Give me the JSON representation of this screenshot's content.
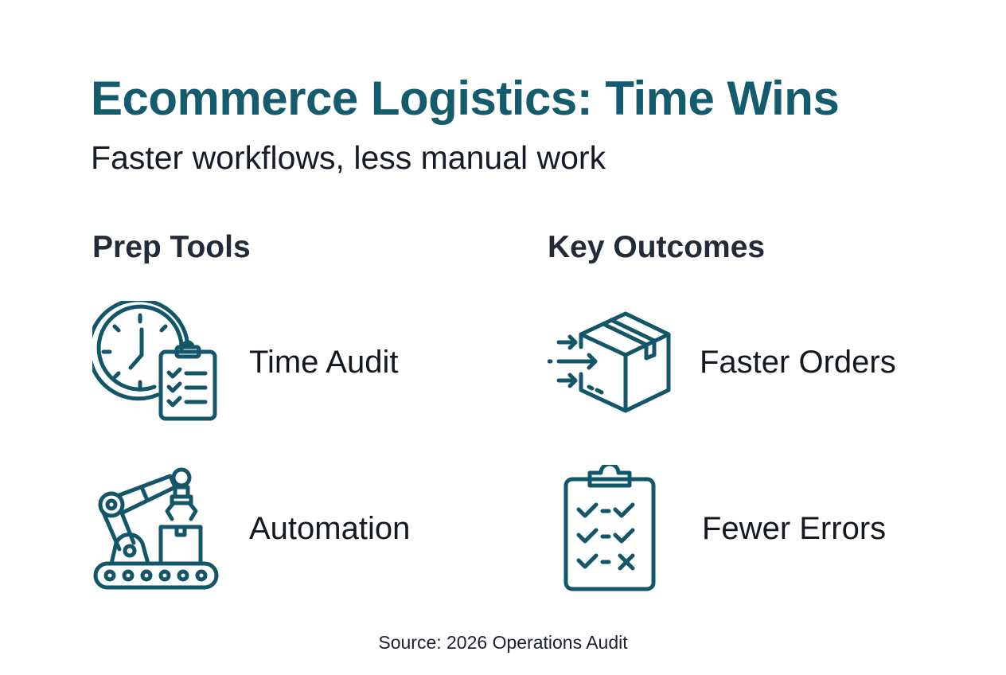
{
  "header": {
    "title": "Ecommerce Logistics: Time Wins",
    "subtitle": "Faster workflows, less manual work"
  },
  "sections": [
    {
      "heading": "Prep Tools",
      "items": [
        {
          "label": "Time Audit",
          "icon": "clock-clipboard-icon"
        },
        {
          "label": "Automation",
          "icon": "robot-arm-conveyor-icon"
        }
      ]
    },
    {
      "heading": "Key Outcomes",
      "items": [
        {
          "label": "Faster Orders",
          "icon": "fast-package-icon"
        },
        {
          "label": "Fewer Errors",
          "icon": "checklist-clipboard-icon"
        }
      ]
    }
  ],
  "footer": {
    "source": "Source: 2026 Operations Audit"
  },
  "colors": {
    "accent": "#135b6d",
    "icon_stroke": "#13566a",
    "text_dark": "#161b26",
    "background": "#ffffff"
  }
}
